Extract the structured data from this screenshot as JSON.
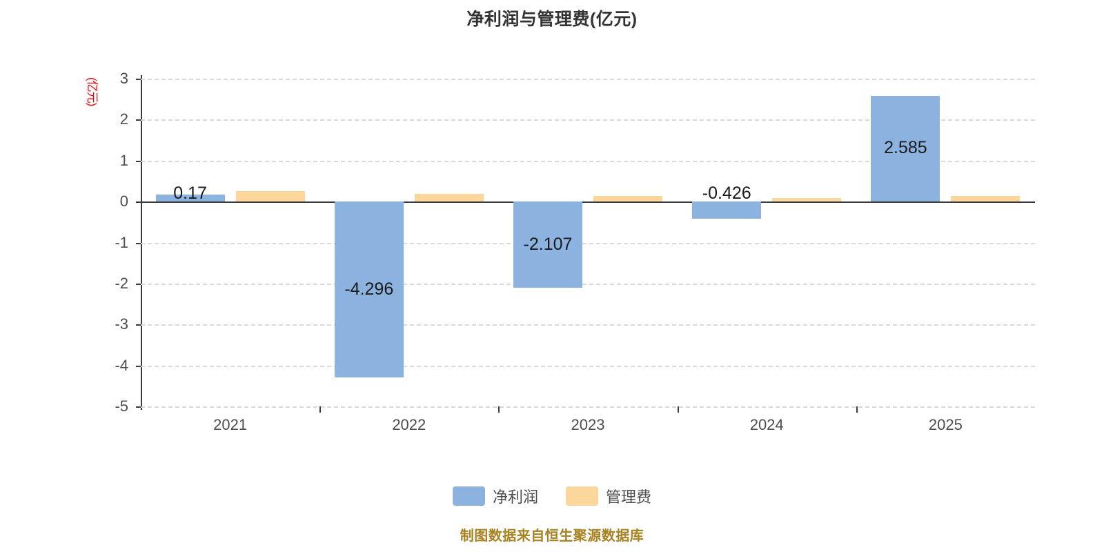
{
  "chart_data": {
    "type": "bar",
    "title": "净利润与管理费(亿元)",
    "xlabel": "",
    "ylabel": "(亿元)",
    "ylim": [
      -5,
      3
    ],
    "yticks": [
      3,
      2,
      1,
      0,
      -1,
      -2,
      -3,
      -4,
      -5
    ],
    "ytick_labels": [
      "3",
      "2",
      "1",
      "0",
      "-1",
      "-2",
      "-3",
      "-4",
      "-5"
    ],
    "grid": true,
    "legend_position": "bottom",
    "categories": [
      "2021",
      "2022",
      "2023",
      "2024",
      "2025"
    ],
    "series": [
      {
        "name": "净利润",
        "color": "#8cb3e0",
        "values": [
          0.17,
          -4.296,
          -2.107,
          -0.426,
          2.585
        ],
        "labels": [
          "0.17",
          "-4.296",
          "-2.107",
          "-0.426",
          "2.585"
        ]
      },
      {
        "name": "管理费",
        "color": "#fcd79b",
        "values": [
          0.25,
          0.19,
          0.13,
          0.08,
          0.14
        ],
        "labels": [
          "",
          "",
          "",
          "",
          ""
        ]
      }
    ],
    "source_note": "制图数据来自恒生聚源数据库"
  },
  "axis": {
    "y_title_color": "#ff0000",
    "tick_color": "#4d4d4d"
  },
  "footer": {
    "note": "制图数据来自恒生聚源数据库",
    "color": "#a8821f"
  }
}
